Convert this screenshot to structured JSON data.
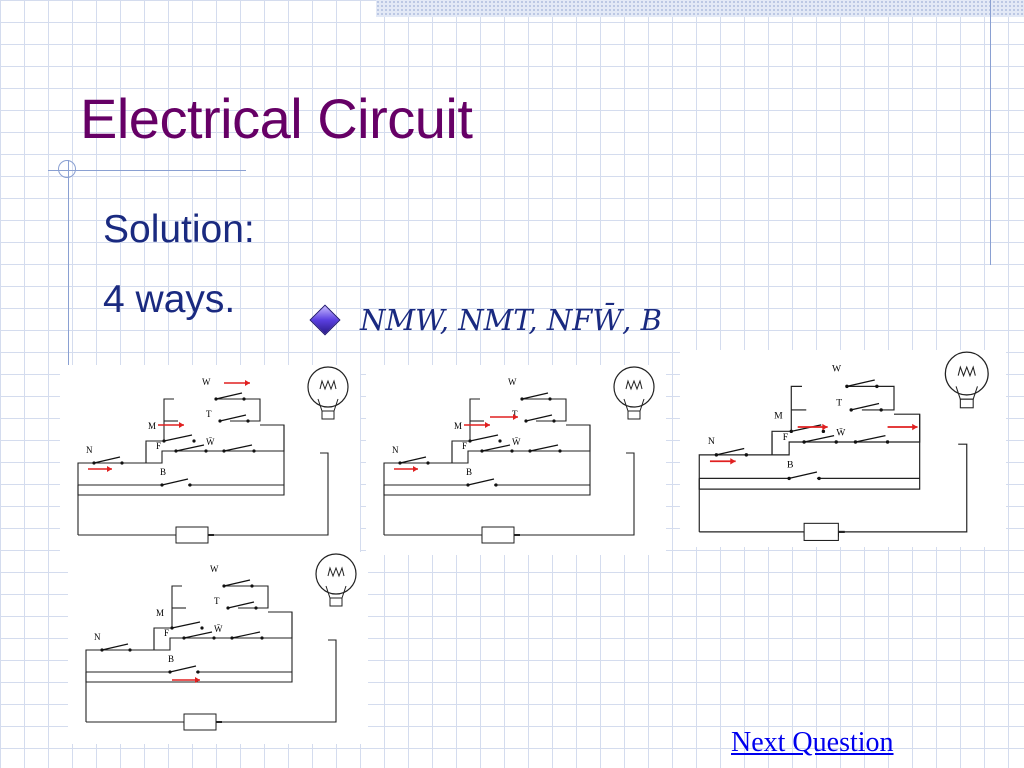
{
  "slide": {
    "title": "Electrical Circuit",
    "line1": "Solution:",
    "line2": "4 ways.",
    "formula": "NMW, NMT, NFW̄, B",
    "next_link": "Next Question"
  },
  "circuit": {
    "labels": {
      "n": "N",
      "m": "M",
      "f": "F",
      "w": "W",
      "t": "T",
      "wbar": "W̄",
      "b": "B"
    }
  },
  "ways": [
    {
      "name": "NMW",
      "highlighted": [
        "N",
        "M",
        "W"
      ]
    },
    {
      "name": "NMT",
      "highlighted": [
        "N",
        "M",
        "T"
      ]
    },
    {
      "name": "NFW̄",
      "highlighted": [
        "N",
        "F",
        "W̄"
      ]
    },
    {
      "name": "B",
      "highlighted": [
        "B"
      ]
    }
  ],
  "colors": {
    "title": "#660066",
    "body_text": "#1a2a80",
    "arrow": "#e02020",
    "link": "#0000ee"
  }
}
